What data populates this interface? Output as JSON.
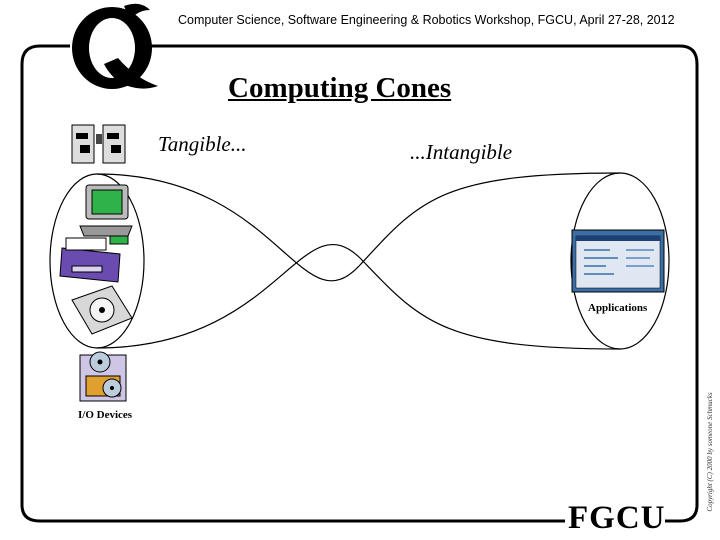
{
  "header": {
    "text": "Computer Science, Software Engineering & Robotics Workshop, FGCU, April 27-28, 2012"
  },
  "title": "Computing Cones",
  "labels": {
    "tangible": "Tangible...",
    "intangible": "...Intangible",
    "applications": "Applications",
    "io_devices": "I/O Devices"
  },
  "logo_text": "FGCU",
  "copyright": "Copyright (C) 2000 by someone Schmucks",
  "icons": {
    "emblem": "q-eagle-emblem",
    "tangible": "computer-towers-icon",
    "monitor": "computer-monitor-icon",
    "printer": "printer-icon",
    "disk": "hard-disk-icon",
    "io": "cd-drive-icon",
    "app": "application-window-icon"
  },
  "colors": {
    "frame": "#000000",
    "screen_green": "#2fb24a",
    "printer_purple": "#6a4bb0",
    "app_blue": "#3a6ea5"
  }
}
